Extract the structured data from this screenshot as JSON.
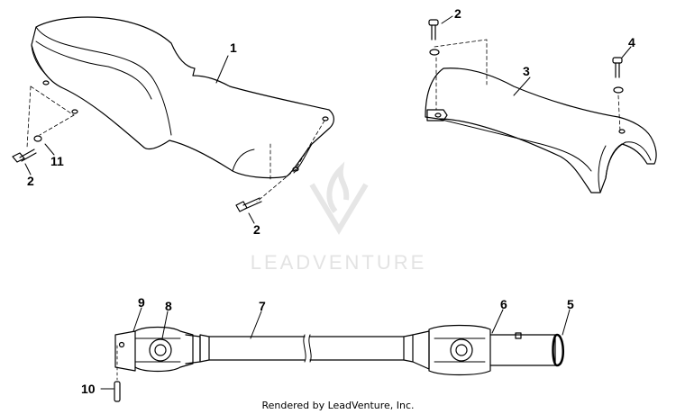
{
  "diagram": {
    "callouts": [
      {
        "id": "seat-1",
        "label": "1"
      },
      {
        "id": "screw-2-upper-right",
        "label": "2"
      },
      {
        "id": "seat-3",
        "label": "3"
      },
      {
        "id": "screw-4",
        "label": "4"
      },
      {
        "id": "screw-2-left",
        "label": "2"
      },
      {
        "id": "washer-11",
        "label": "11"
      },
      {
        "id": "screw-2-bottom",
        "label": "2"
      },
      {
        "id": "cap-5",
        "label": "5"
      },
      {
        "id": "joint-6",
        "label": "6"
      },
      {
        "id": "shaft-7",
        "label": "7"
      },
      {
        "id": "bearing-8",
        "label": "8"
      },
      {
        "id": "yoke-9",
        "label": "9"
      },
      {
        "id": "pin-10",
        "label": "10"
      }
    ]
  },
  "watermark": {
    "text": "LEADVENTURE",
    "icon": "flame-v-logo-icon",
    "color": "#e3e3e3"
  },
  "footer": {
    "credit": "Rendered by LeadVenture, Inc."
  }
}
